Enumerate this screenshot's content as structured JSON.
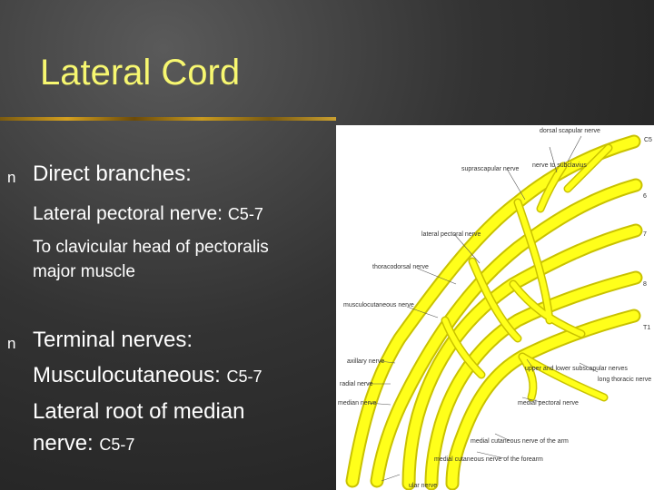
{
  "slide": {
    "title": "Lateral Cord",
    "bullet_glyph": "n",
    "direct": {
      "heading": "Direct branches:",
      "nerve": "Lateral pectoral nerve:",
      "nerve_code": "C5-7",
      "target_line1": "To clavicular head of pectoralis",
      "target_line2": "major muscle"
    },
    "terminal": {
      "heading": "Terminal nerves:",
      "item1": "Musculocutaneous:",
      "item1_code": "C5-7",
      "item2_line1": "Lateral root of median",
      "item2_line2": "nerve:",
      "item2_code": "C5-7"
    }
  },
  "diagram": {
    "labels": {
      "dorsal_scapular": "dorsal scapular nerve",
      "c5": "C5",
      "suprascapular": "suprascapular nerve",
      "subclavius": "nerve to subclavius",
      "n6": "6",
      "n7": "7",
      "n8": "8",
      "t1": "T1",
      "lateral_pectoral": "lateral pectoral nerve",
      "thoracodorsal": "thoracodorsal nerve",
      "musculocutaneous": "musculocutaneous nerve",
      "axillary": "axillary nerve",
      "radial": "radial nerve",
      "median": "median nerve",
      "ulnar": "ular nerve",
      "subscapular": "upper and lower subscapular nerves",
      "long_thoracic": "long thoracic nerve",
      "medial_pectoral": "medial pectoral nerve",
      "med_cut_arm": "medial cutaneous nerve of the arm",
      "med_cut_forearm": "medial cutaneous nerve of the forearm"
    }
  }
}
